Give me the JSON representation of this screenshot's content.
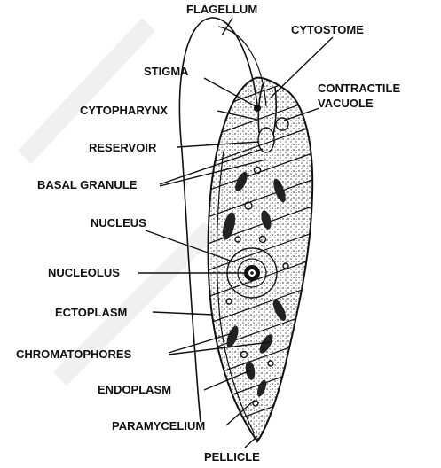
{
  "diagram": {
    "labels": {
      "flagellum": "FLAGELLUM",
      "cytostome": "CYTOSTOME",
      "stigma": "STIGMA",
      "contractile_vacuole_line1": "CONTRACTILE",
      "contractile_vacuole_line2": "VACUOLE",
      "cytopharynx": "CYTOPHARYNX",
      "reservoir": "RESERVOIR",
      "basal_granule": "BASAL GRANULE",
      "nucleus": "NUCLEUS",
      "nucleolus": "NUCLEOLUS",
      "ectoplasm": "ECTOPLASM",
      "chromatophores": "CHROMATOPHORES",
      "endoplasm": "ENDOPLASM",
      "paramycelium": "PARAMYCELIUM",
      "pellicle": "PELLICLE"
    },
    "colors": {
      "ink": "#111111",
      "watermark": "#eeeeee",
      "background": "#ffffff"
    }
  }
}
